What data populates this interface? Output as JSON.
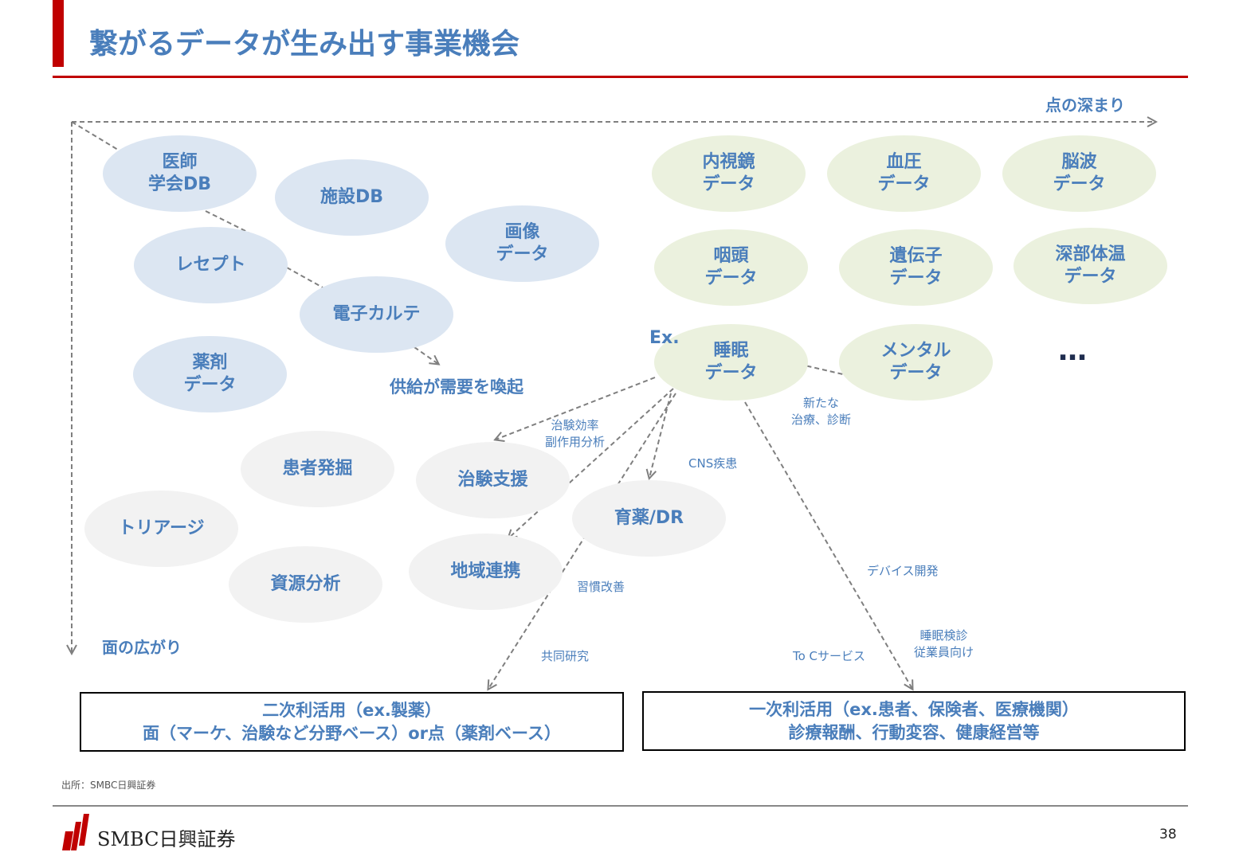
{
  "title": "繋がるデータが生み出す事業機会",
  "axes": {
    "horizontal": "点の深まり",
    "vertical": "面の広がり"
  },
  "nodes": {
    "ishi_db": "医師\n学会DB",
    "shisetsu_db": "施設DB",
    "receipt": "レセプト",
    "gazou": "画像\nデータ",
    "denshi_karte": "電子カルテ",
    "yakuzai": "薬剤\nデータ",
    "naishikyo": "内視鏡\nデータ",
    "ketsuatsu": "血圧\nデータ",
    "nouha": "脳波\nデータ",
    "intou": "咽頭\nデータ",
    "idenshi": "遺伝子\nデータ",
    "shinbu_taion": "深部体温\nデータ",
    "suimin": "睡眠\nデータ",
    "mental": "メンタル\nデータ",
    "kanja_hakkutsu": "患者発掘",
    "chiken_shien": "治験支援",
    "triage": "トリアージ",
    "ikuyaku": "育薬/DR",
    "chiiki_renkei": "地域連携",
    "shigen_bunseki": "資源分析"
  },
  "labels": {
    "ex": "Ex.",
    "ellipsis": "…",
    "supply_demand": "供給が需要を喚起"
  },
  "edge_labels": {
    "chiken_kouritsu": "治験効率\n副作用分析",
    "cns": "CNS疾患",
    "aratana": "新たな\n治療、診断",
    "shukan": "習慣改善",
    "device": "デバイス開発",
    "kyodo": "共同研究",
    "to_c": "To Cサービス",
    "suimin_kenshin": "睡眠検診\n従業員向け"
  },
  "boxes": {
    "secondary": "二次利活用（ex.製薬）\n面（マーケ、治験など分野ベース）or点（薬剤ベース）",
    "primary": "一次利活用（ex.患者、保険者、医療機関）\n診療報酬、行動変容、健康経営等"
  },
  "footer": {
    "source": "出所：SMBC日興証券",
    "logo": "SMBC日興証券",
    "page": "38"
  },
  "colors": {
    "accent_red": "#c00000",
    "text_blue": "#4a7ebb",
    "blue_fill": "#dce6f2",
    "green_fill": "#ebf1de",
    "gray_fill": "#f2f2f2",
    "arrow_gray": "#7f7f7f"
  }
}
